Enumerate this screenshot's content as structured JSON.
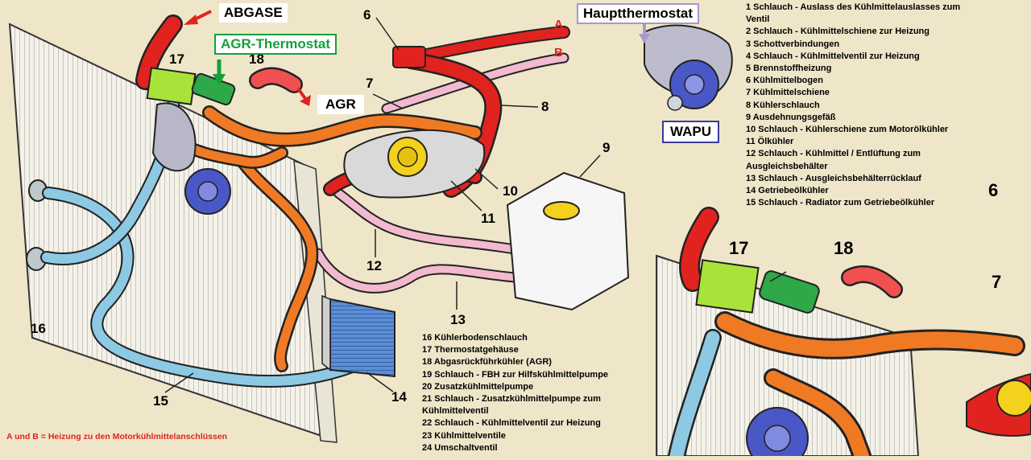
{
  "labels": {
    "abgase": "ABGASE",
    "agr_thermostat": "AGR-Thermostat",
    "agr": "AGR",
    "hauptthermostat": "Hauptthermostat",
    "wapu": "WAPU",
    "a": "A",
    "b": "B",
    "note": "A und B = Heizung zu den  Motorkühlmittelanschlüssen"
  },
  "numbers": [
    "6",
    "7",
    "8",
    "9",
    "10",
    "11",
    "12",
    "13",
    "14",
    "15",
    "16",
    "17",
    "18"
  ],
  "legend_right": [
    "1 Schlauch - Auslass des Kühlmittelauslasses zum",
    "Ventil",
    "2 Schlauch - Kühlmittelschiene zur Heizung",
    "3 Schottverbindungen",
    "4 Schlauch - Kühlmittelventil zur Heizung",
    "5 Brennstoffheizung",
    "6 Kühlmittelbogen",
    "7 Kühlmittelschiene",
    "8 Kühlerschlauch",
    "9 Ausdehnungsgefäß",
    "10 Schlauch - Kühlerschiene zum Motorölkühler",
    "11 Ölkühler",
    "12 Schlauch - Kühlmittel / Entlüftung zum",
    "Ausgleichsbehälter",
    "13 Schlauch - Ausgleichsbehälterrücklauf",
    "14 Getriebeölkühler",
    "15 Schlauch - Radiator zum Getriebeölkühler"
  ],
  "legend_bottom": [
    "16 Kühlerbodenschlauch",
    "17 Thermostatgehäuse",
    "18 Abgasrückführkühler (AGR)",
    "19 Schlauch - FBH zur Hilfskühlmittelpumpe",
    "20 Zusatzkühlmittelpumpe",
    "21 Schlauch - Zusatzkühlmittelpumpe zum",
    "Kühlmittelventil",
    "22 Schlauch - Kühlmittelventil zur Heizung",
    "23 Kühlmittelventile",
    "24 Umschaltventil"
  ],
  "colors": {
    "background": "#efe6c9",
    "red_hose": "#e0231f",
    "orange_hose": "#f07a24",
    "blue_hose": "#8ec9e3",
    "pink_hose": "#f2b9cf",
    "green_part": "#a9e33a",
    "dark_green": "#16a03a",
    "pump_blue": "#4a57c6",
    "yellow_cap": "#f4d11c"
  }
}
